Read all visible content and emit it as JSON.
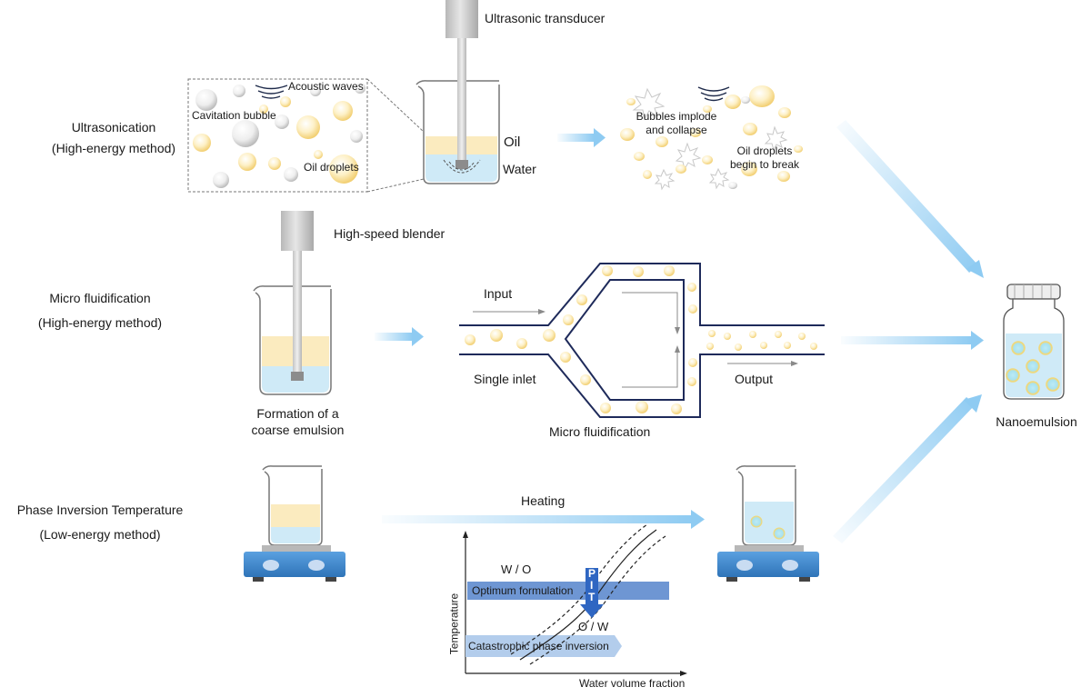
{
  "colors": {
    "oil": "#fbebbf",
    "water": "#cfeaf7",
    "droplet_rim": "#f4d27a",
    "flow_arrow": "#8ecbf2",
    "stirrer_plate": "#3f88cf",
    "pit_band": "#6e96d3",
    "catastrophic_band": "#b3cdec",
    "pit_arrow": "#2f66c2"
  },
  "ultrasonication": {
    "method": "Ultrasonication",
    "energy": "(High-energy method)",
    "transducer": "Ultrasonic transducer",
    "inset": {
      "acoustic_waves": "Acoustic waves",
      "cavitation_bubble": "Cavitation bubble",
      "oil_droplets": "Oil droplets"
    },
    "oil_label": "Oil",
    "water_label": "Water",
    "bubbles_implode": "Bubbles implode\nand collapse",
    "droplets_break": "Oil droplets\nbegin to break"
  },
  "micro_fluidification": {
    "method": "Micro fluidification",
    "energy": "(High-energy method)",
    "blender": "High-speed blender",
    "coarse_emulsion": "Formation of a\ncoarse emulsion",
    "input": "Input",
    "single_inlet": "Single inlet",
    "output": "Output",
    "caption": "Micro fluidification"
  },
  "pit": {
    "method": "Phase Inversion Temperature",
    "energy": "(Low-energy method)",
    "heating": "Heating",
    "graph": {
      "wo": "W / O",
      "ow": "O / W",
      "optimum": "Optimum formulation",
      "catastrophic": "Catastrophic phase inversion",
      "pit_letters": [
        "P",
        "I",
        "T"
      ],
      "y_axis": "Temperature",
      "x_axis": "Water volume fraction"
    }
  },
  "product": {
    "label": "Nanoemulsion"
  }
}
